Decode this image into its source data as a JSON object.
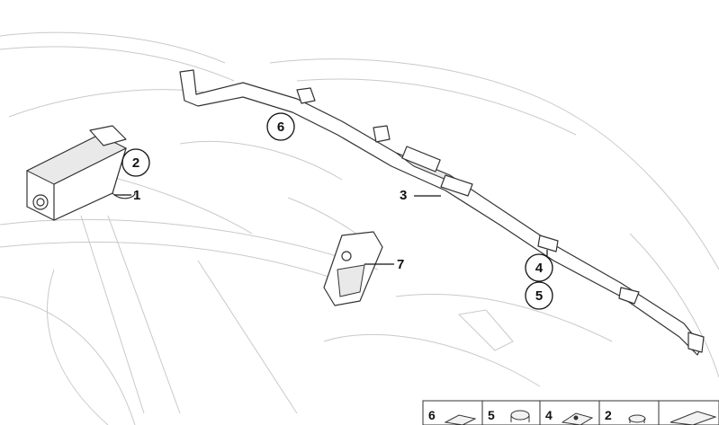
{
  "callouts": [
    {
      "id": "c1",
      "label": "1"
    },
    {
      "id": "c2",
      "label": "2"
    },
    {
      "id": "c3",
      "label": "3"
    },
    {
      "id": "c4",
      "label": "4"
    },
    {
      "id": "c5",
      "label": "5"
    },
    {
      "id": "c6",
      "label": "6"
    },
    {
      "id": "c7",
      "label": "7"
    }
  ],
  "legend_strip": [
    "6",
    "5",
    "4",
    "2"
  ]
}
